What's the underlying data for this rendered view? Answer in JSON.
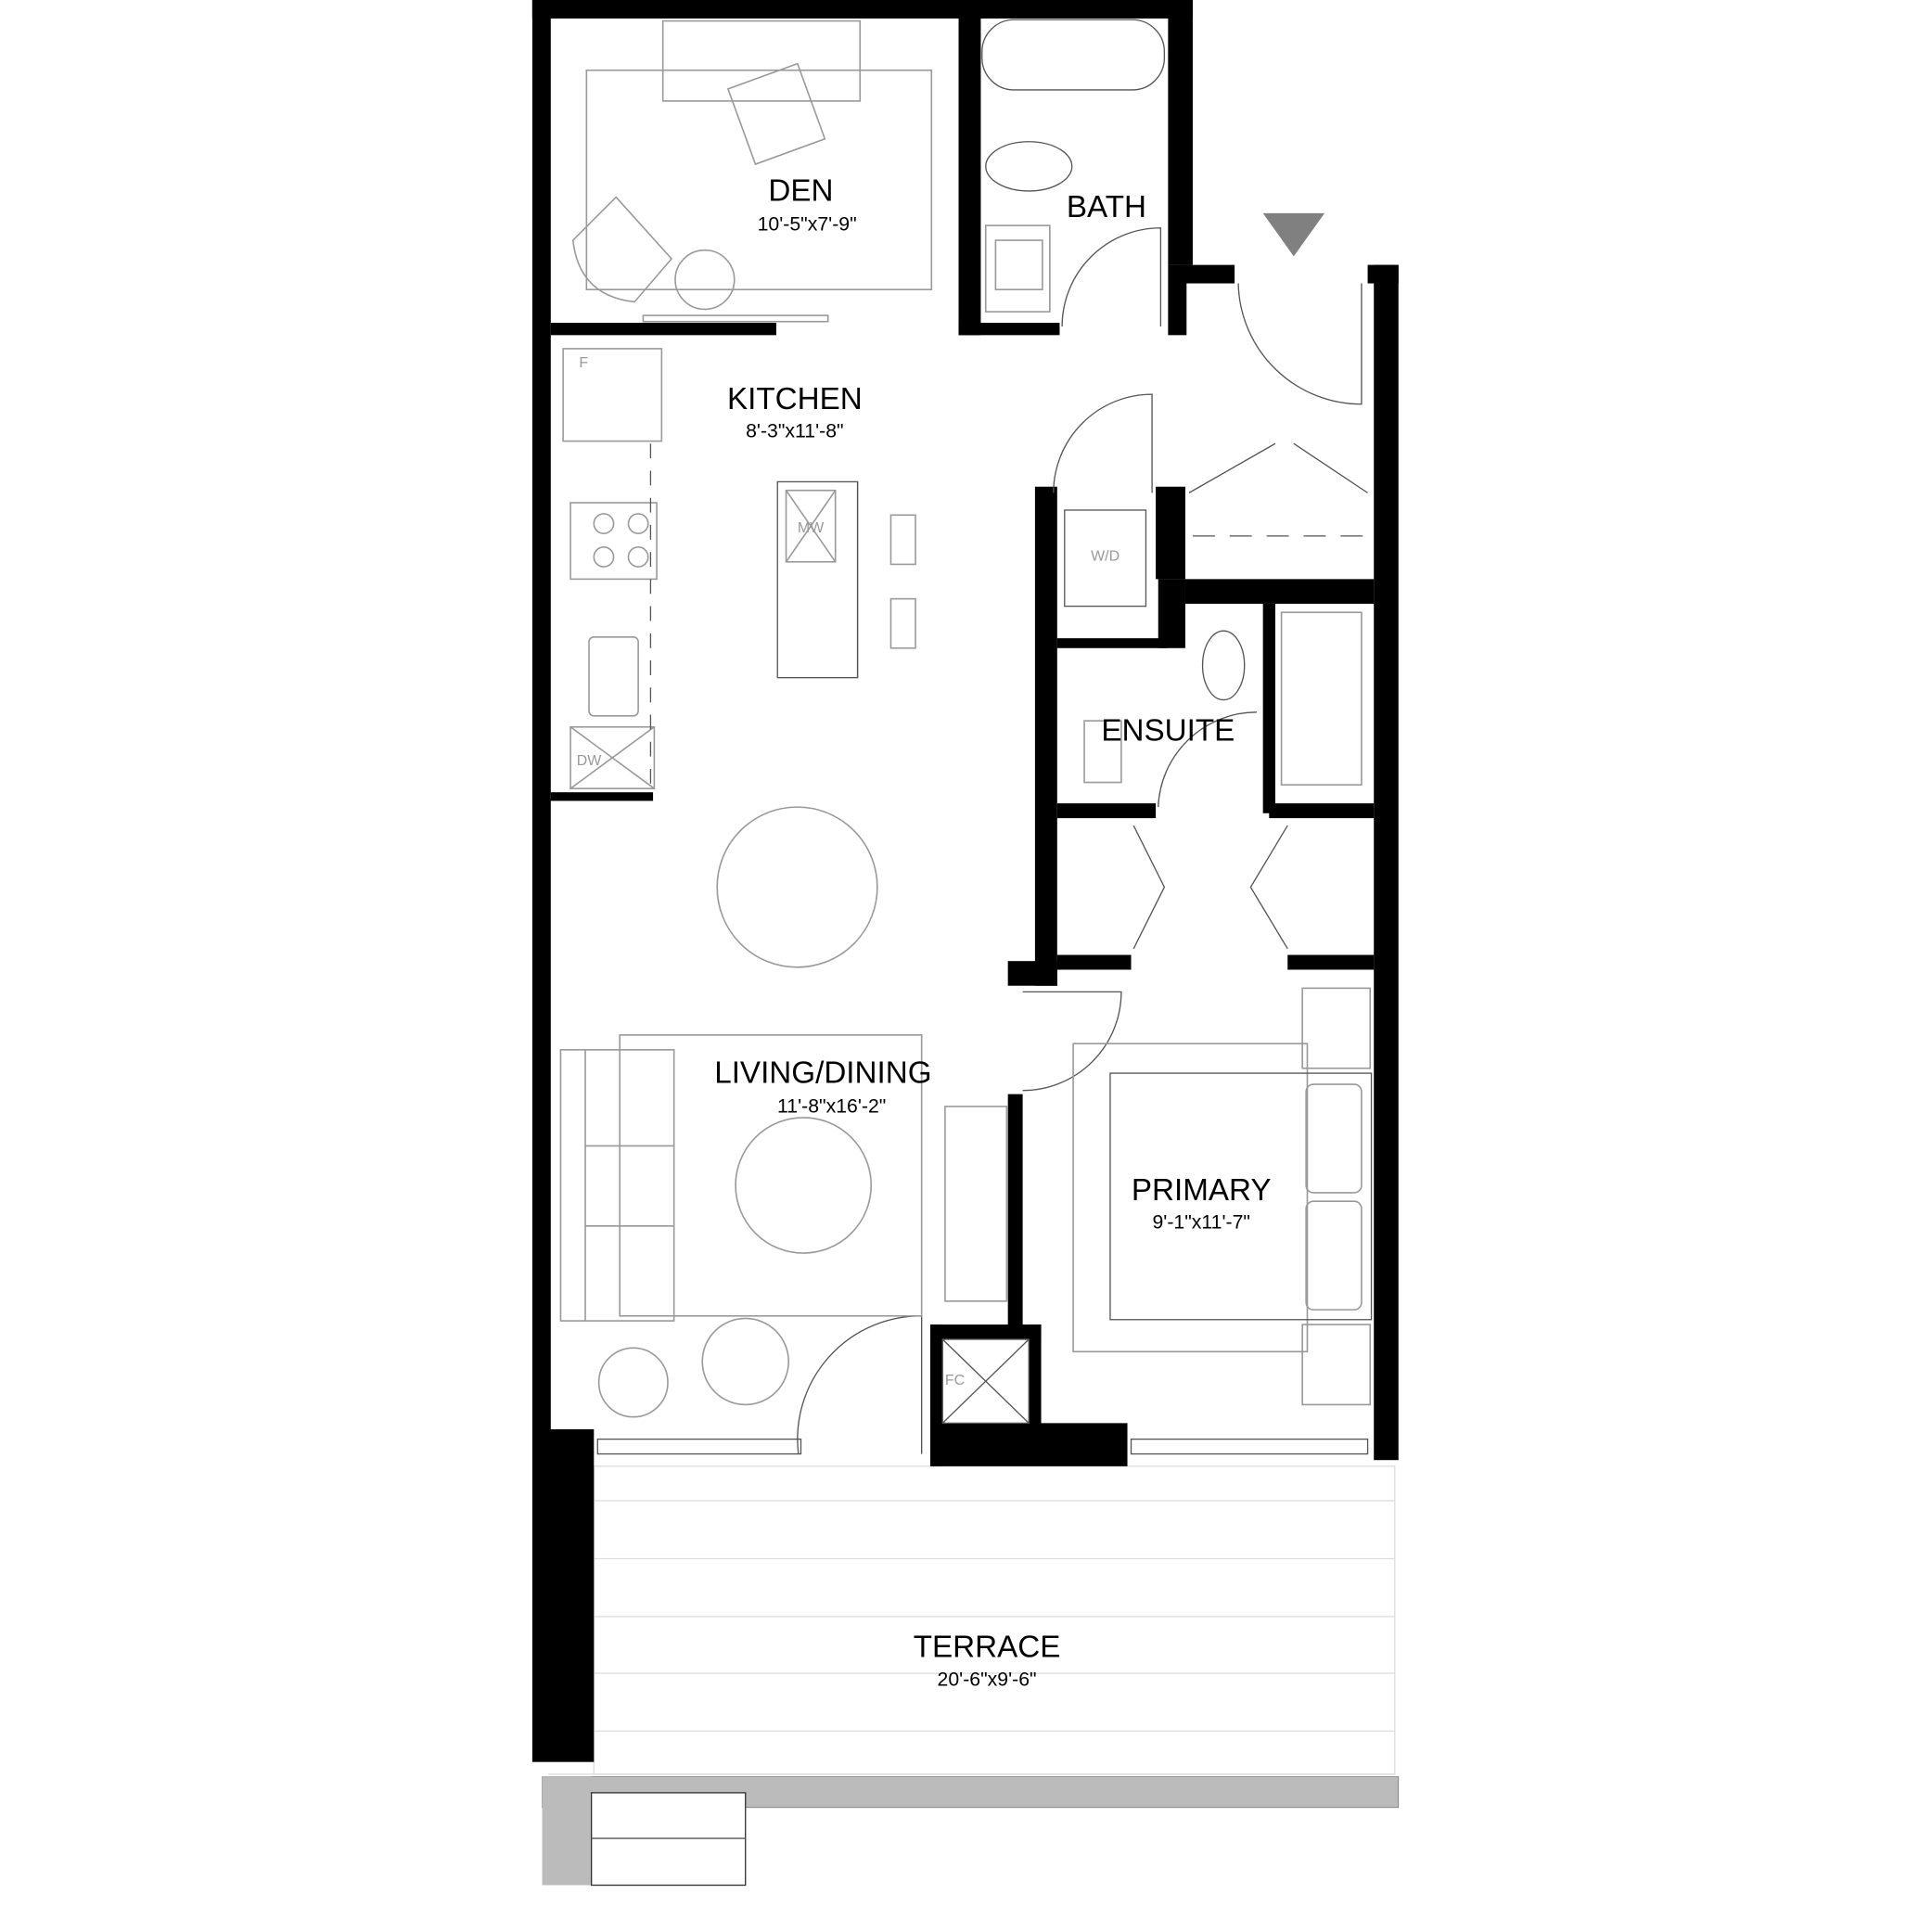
{
  "rooms": {
    "den": {
      "name": "DEN",
      "size": "10'-5\"x7'-9\""
    },
    "bath": {
      "name": "BATH"
    },
    "kitchen": {
      "name": "KITCHEN",
      "size": "8'-3\"x11'-8\""
    },
    "ensuite": {
      "name": "ENSUITE"
    },
    "living": {
      "name": "LIVING/DINING",
      "size": "11'-8\"x16'-2\""
    },
    "primary": {
      "name": "PRIMARY",
      "size": "9'-1\"x11'-7\""
    },
    "terrace": {
      "name": "TERRACE",
      "size": "20'-6\"x9'-6\""
    }
  },
  "appliances": {
    "fridge": "F",
    "microwave": "MW",
    "dishwasher": "DW",
    "washer_dryer": "W/D",
    "fan_coil": "FC"
  },
  "colors": {
    "wall": "#000000",
    "entry_marker": "#808080",
    "terrace_edge": "#bbbbbb"
  }
}
